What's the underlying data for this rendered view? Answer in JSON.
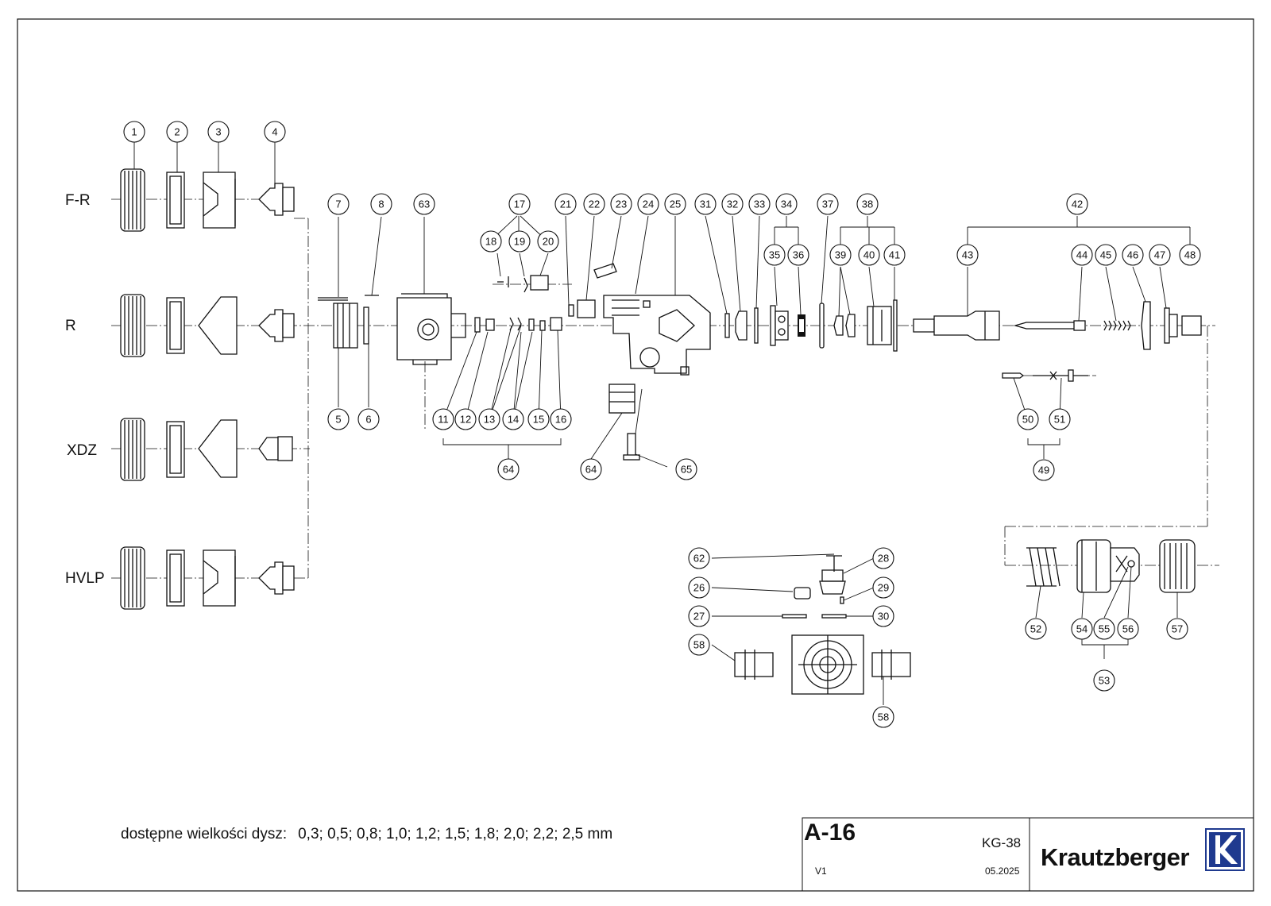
{
  "rows": [
    "F-R",
    "R",
    "XDZ",
    "HVLP"
  ],
  "callouts": [
    "1",
    "2",
    "3",
    "4",
    "7",
    "8",
    "63",
    "17",
    "18",
    "19",
    "20",
    "21",
    "22",
    "23",
    "24",
    "25",
    "31",
    "32",
    "33",
    "34",
    "35",
    "36",
    "37",
    "38",
    "39",
    "40",
    "41",
    "42",
    "43",
    "44",
    "45",
    "46",
    "47",
    "48",
    "5",
    "6",
    "11",
    "12",
    "13",
    "14",
    "15",
    "16",
    "64",
    "64",
    "65",
    "50",
    "51",
    "49",
    "62",
    "28",
    "26",
    "29",
    "27",
    "30",
    "58",
    "58",
    "52",
    "54",
    "55",
    "56",
    "57",
    "53"
  ],
  "nozzle_sizes": {
    "label": "dostępne wielkości dysz:",
    "values": "0,3; 0,5; 0,8; 1,0; 1,2; 1,5; 1,8; 2,0; 2,2; 2,5 mm"
  },
  "title_block": {
    "drawing_no": "A-16",
    "model": "KG-38",
    "version": "V1",
    "date": "05.2025",
    "brand": "Krautzberger",
    "logo_letter": "K",
    "logo_color": "#1f3a8f"
  }
}
